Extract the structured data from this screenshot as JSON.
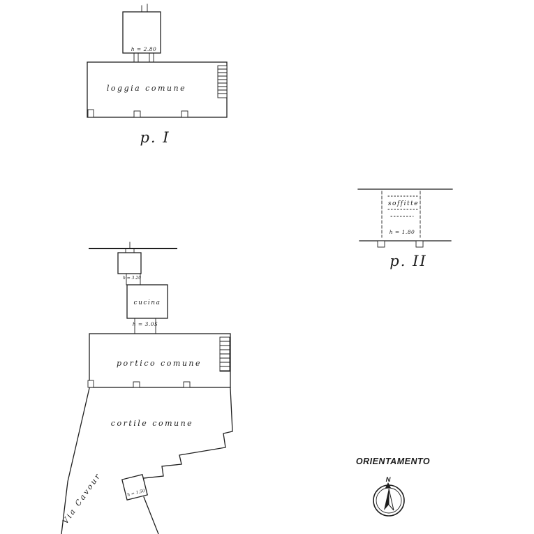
{
  "drawing": {
    "plan_upper": {
      "label": "p. I",
      "room_label": "loggia comune",
      "height_note": "h = 2.80"
    },
    "plan_second": {
      "label": "p. II",
      "room_label": "soffitte",
      "height_note": "h = 1.80"
    },
    "plan_ground": {
      "stair_height_note": "h = 3.20",
      "kitchen_label": "cucina",
      "kitchen_height_note": "h = 3.05",
      "portico_label": "portico comune",
      "courtyard_label": "cortile comune",
      "street_label": "Via Cavour",
      "shed_height_note": "h = 1.50"
    },
    "orientation": {
      "title": "ORIENTAMENTO",
      "north_label": "N"
    }
  }
}
